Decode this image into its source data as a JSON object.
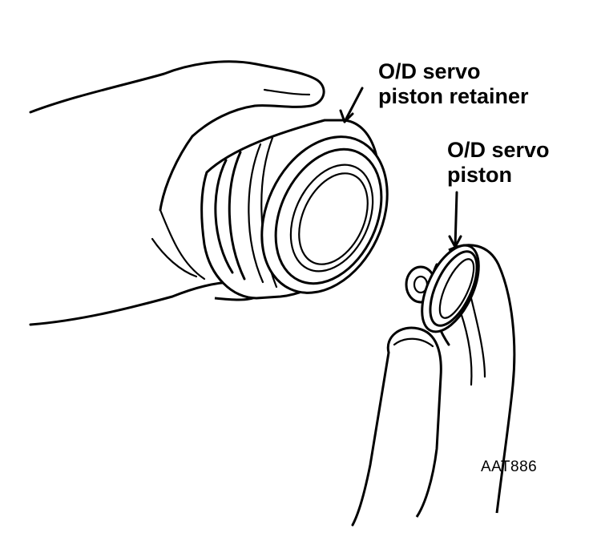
{
  "labels": {
    "retainer_line1": "O/D servo",
    "retainer_line2": "piston retainer",
    "piston_line1": "O/D servo",
    "piston_line2": "piston"
  },
  "figure_id": "AAT886"
}
